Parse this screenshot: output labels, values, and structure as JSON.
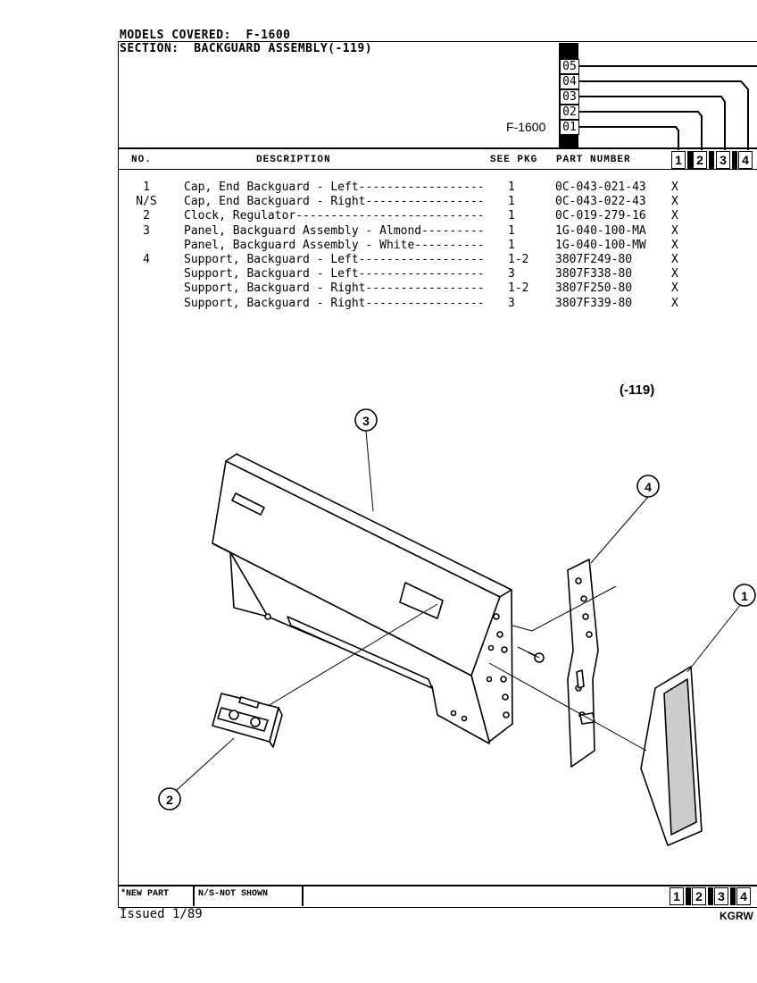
{
  "header": {
    "models_covered": "MODELS COVERED:  F-1600",
    "section": "SECTION:  BACKGUARD ASSEMBLY(-119)"
  },
  "versions": {
    "model_label": "F-1600",
    "rows": [
      "05",
      "04",
      "03",
      "02",
      "01"
    ]
  },
  "columns": {
    "no": "NO.",
    "description": "DESCRIPTION",
    "see_pkg": "SEE PKG",
    "part_number": "PART NUMBER",
    "version_cols": [
      "1",
      "2",
      "3",
      "4"
    ]
  },
  "parts": [
    {
      "no": "1",
      "description": "Cap, End Backguard - Left------------------",
      "qty": "1",
      "part_number": "0C-043-021-43",
      "v1": "X"
    },
    {
      "no": "N/S",
      "description": "Cap, End Backguard - Right-----------------",
      "qty": "1",
      "part_number": "0C-043-022-43",
      "v1": "X"
    },
    {
      "no": "2",
      "description": "Clock, Regulator---------------------------",
      "qty": "1",
      "part_number": "0C-019-279-16",
      "v1": "X"
    },
    {
      "no": "3",
      "description": "Panel, Backguard Assembly - Almond---------",
      "qty": "1",
      "part_number": "1G-040-100-MA",
      "v1": "X"
    },
    {
      "no": "",
      "description": "Panel, Backguard Assembly - White----------",
      "qty": "1",
      "part_number": "1G-040-100-MW",
      "v1": "X"
    },
    {
      "no": "4",
      "description": "Support, Backguard - Left------------------",
      "qty": "1-2",
      "part_number": "3807F249-80",
      "v1": "X"
    },
    {
      "no": "",
      "description": "Support, Backguard - Left------------------",
      "qty": "3",
      "part_number": "3807F338-80",
      "v1": "X"
    },
    {
      "no": "",
      "description": "Support, Backguard - Right-----------------",
      "qty": "1-2",
      "part_number": "3807F250-80",
      "v1": "X"
    },
    {
      "no": "",
      "description": "Support, Backguard - Right-----------------",
      "qty": "3",
      "part_number": "3807F339-80",
      "v1": "X"
    }
  ],
  "diagram": {
    "section_ref": "(-119)",
    "callouts": [
      "1",
      "2",
      "3",
      "4"
    ]
  },
  "footer": {
    "new_part": "*NEW PART",
    "not_shown": "N/S-NOT SHOWN",
    "version_cols": [
      "1",
      "2",
      "3",
      "4"
    ],
    "issued": "Issued 1/89",
    "code": "KGRW"
  }
}
